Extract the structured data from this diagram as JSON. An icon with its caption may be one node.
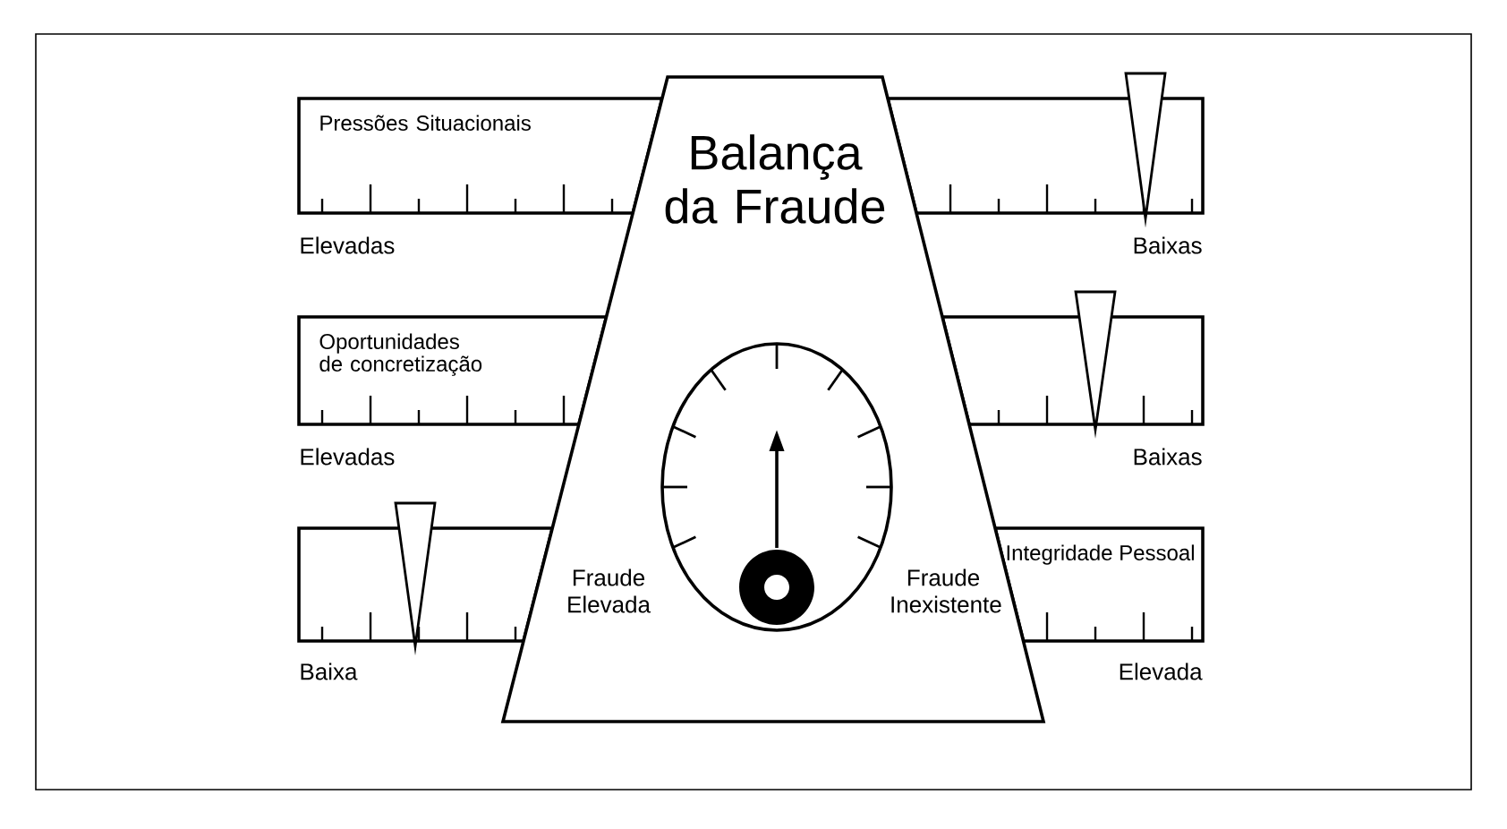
{
  "diagram": {
    "nodes": [
      {
        "text": [
          "Balança da Fraude"
        ]
      },
      {
        "text": [
          "Pressões Situacionais"
        ]
      },
      {
        "text": [
          "Oportunidades de concretização"
        ]
      },
      {
        "text": [
          "Integridade Pessoal"
        ]
      }
    ],
    "labels": [
      "Elevadas",
      "Baixas",
      "Elevadas",
      "Baixas",
      "Fraude Elevada",
      "Fraude Inexistente",
      "Baixa",
      "Elevada"
    ]
  }
}
